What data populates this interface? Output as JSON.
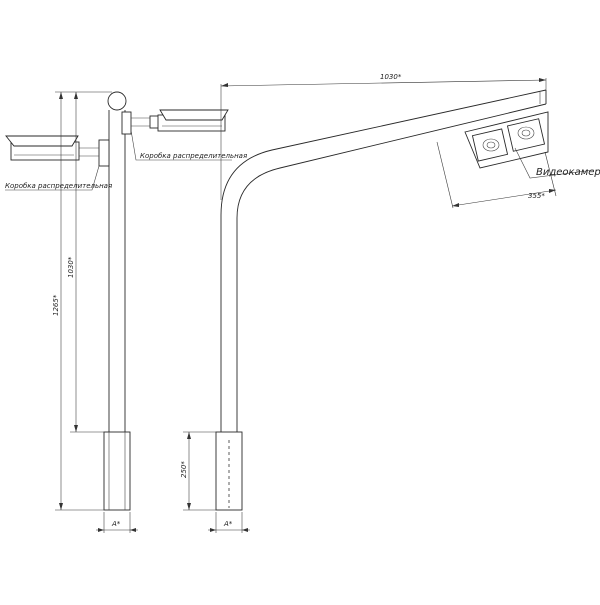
{
  "labels": {
    "box_right": "Коробка распределительная",
    "box_left": "Коробка распределительная",
    "camera": "Видеокамера"
  },
  "dimensions": {
    "overall_height": "1265*",
    "upper_height": "1030*",
    "arm_length": "1030*",
    "camera_offset": "355*",
    "embed_depth": "250*",
    "base_a_left": "A*",
    "base_a_right": "A*"
  }
}
